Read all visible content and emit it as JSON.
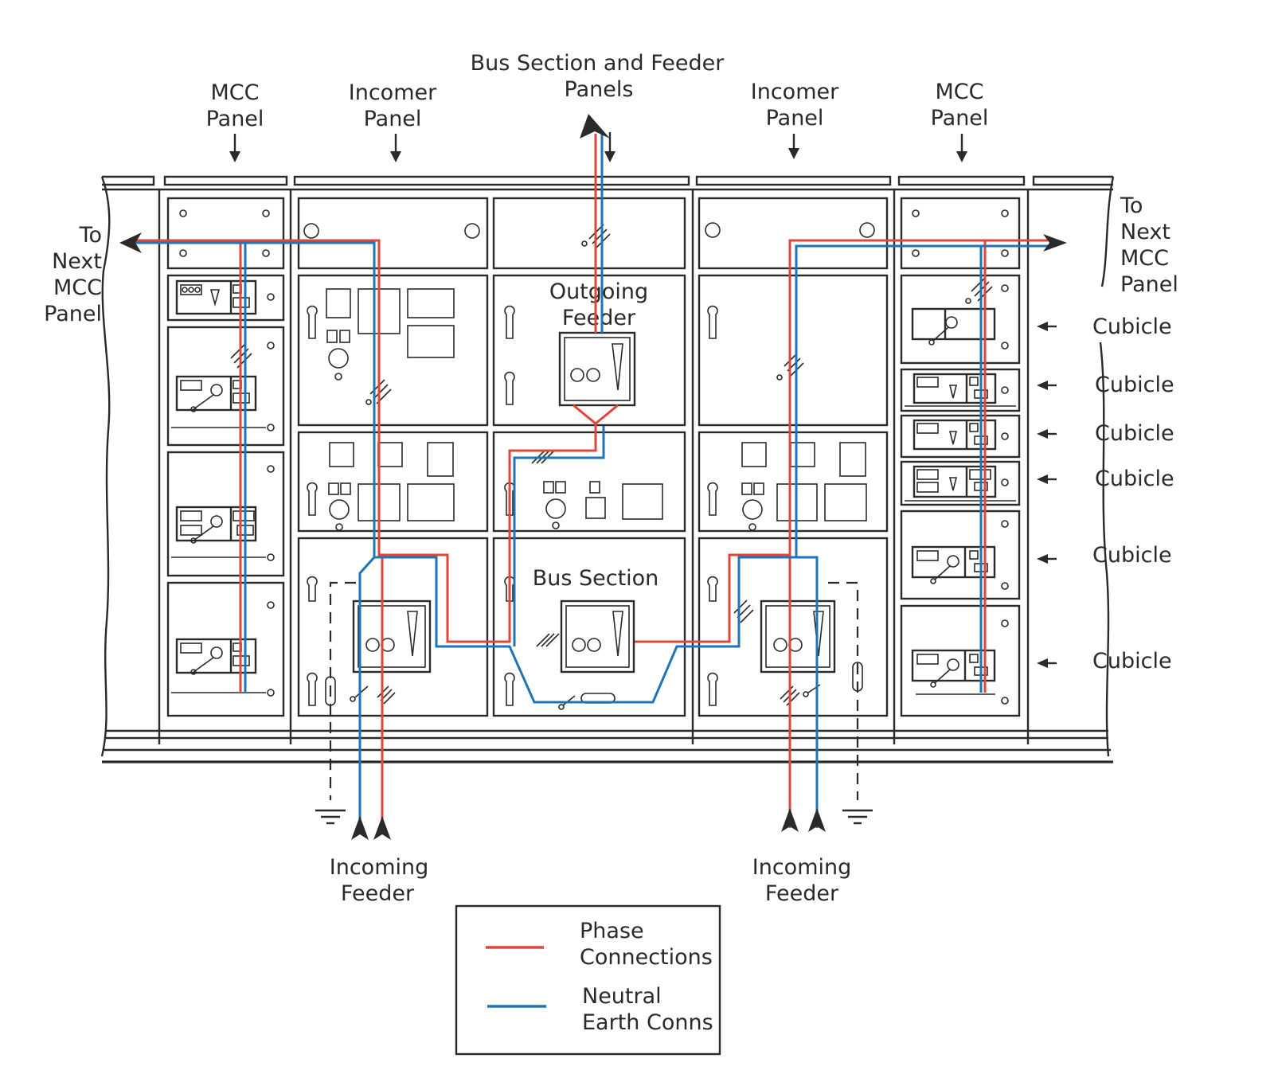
{
  "colors": {
    "phase": "#e0463c",
    "neutral": "#1f73b7",
    "ink": "#2a2a2a",
    "background": "#ffffff"
  },
  "labels": {
    "mcc_left": [
      "MCC",
      "Panel"
    ],
    "incomer_left": [
      "Incomer",
      "Panel"
    ],
    "bus_feeder": [
      "Bus Section and Feeder",
      "Panels"
    ],
    "incomer_right": [
      "Incomer",
      "Panel"
    ],
    "mcc_right": [
      "MCC",
      "Panel"
    ],
    "to_next_left": [
      "To",
      "Next",
      "MCC",
      "Panel"
    ],
    "to_next_right": [
      "To",
      "Next",
      "MCC",
      "Panel"
    ],
    "outgoing_feeder": [
      "Outgoing",
      "Feeder"
    ],
    "bus_section": "Bus Section",
    "cubicles": [
      "Cubicle",
      "Cubicle",
      "Cubicle",
      "Cubicle",
      "Cubicle",
      "Cubicle"
    ],
    "incoming_feeder_left": [
      "Incoming",
      "Feeder"
    ],
    "incoming_feeder_right": [
      "Incoming",
      "Feeder"
    ]
  },
  "legend": {
    "phase": [
      "Phase",
      "Connections"
    ],
    "neutral": [
      "Neutral",
      "Earth Conns"
    ]
  }
}
